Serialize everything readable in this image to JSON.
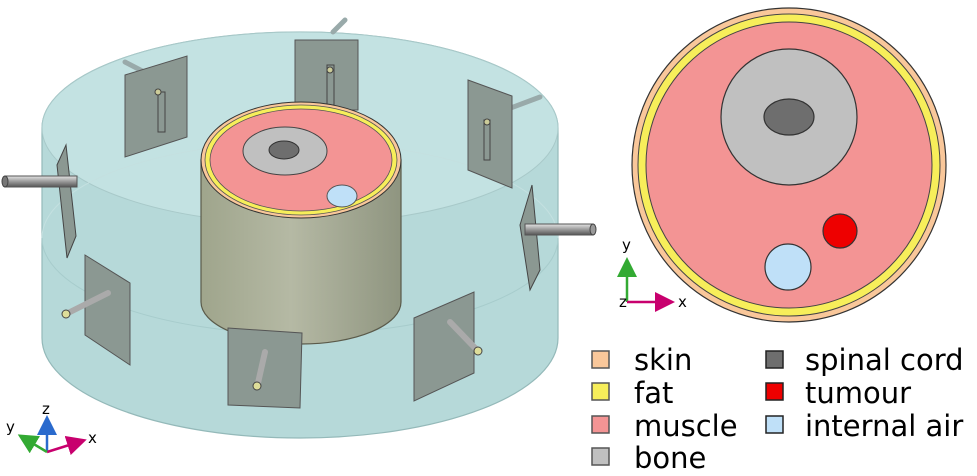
{
  "axes_3d": {
    "x": "x",
    "y": "y",
    "z": "z"
  },
  "axes_2d": {
    "x": "x",
    "y": "y",
    "z": "z"
  },
  "legend": [
    {
      "label": "skin",
      "color": "#f9c79a"
    },
    {
      "label": "fat",
      "color": "#f7ee5a"
    },
    {
      "label": "muscle",
      "color": "#f39494"
    },
    {
      "label": "bone",
      "color": "#c0c0c0"
    },
    {
      "label": "spinal cord",
      "color": "#6e6e6e"
    },
    {
      "label": "tumour",
      "color": "#ee0000"
    },
    {
      "label": "internal air",
      "color": "#bfe0f8"
    }
  ],
  "colors": {
    "water_bath": "#b9dcdc",
    "skin": "#f9c79a",
    "fat": "#f7ee5a",
    "muscle": "#f39494",
    "bone": "#c0c0c0",
    "spinal_cord": "#6e6e6e",
    "tumour": "#ee0000",
    "internal_air": "#bfe0f8",
    "phantom_side": "#a9ad98",
    "antenna_plate": "#8c9994",
    "x_axis": "#c8006e",
    "y_axis": "#33aa33",
    "z_axis": "#2a6acd"
  }
}
